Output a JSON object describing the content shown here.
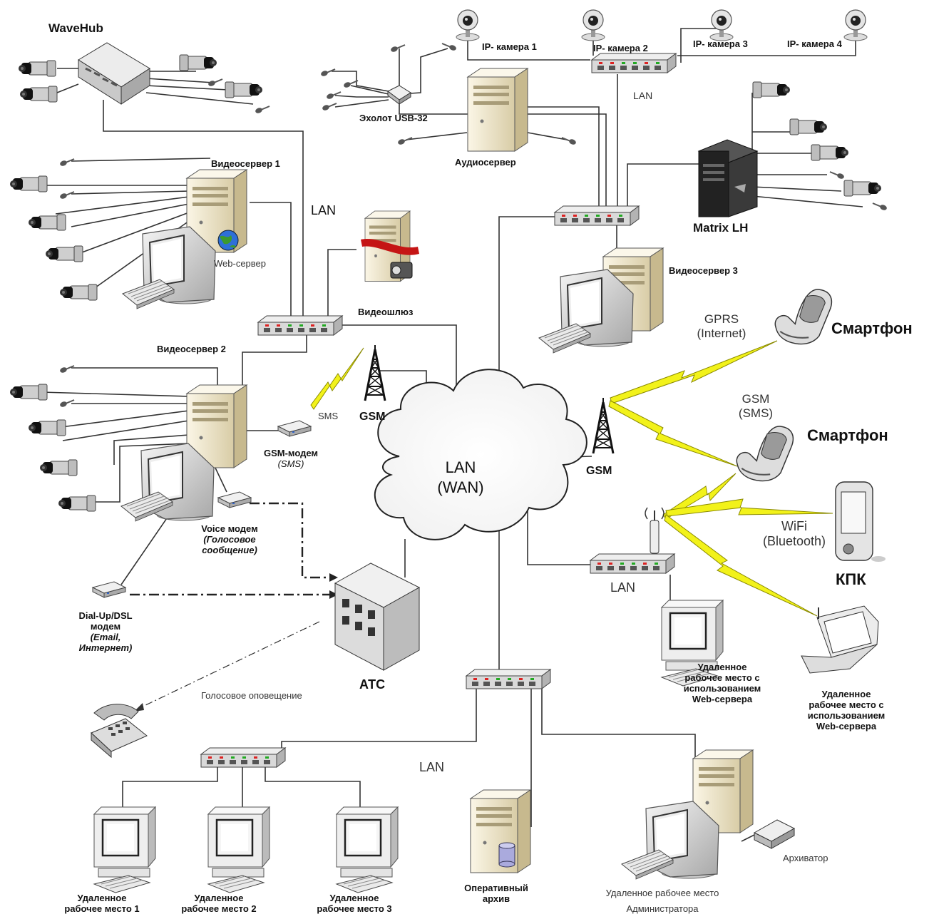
{
  "network": {
    "wavehub": "WaveHub",
    "ip_cams": [
      "IP- камера 1",
      "IP- камера 2",
      "IP- камера 3",
      "IP- камера 4"
    ],
    "lan": "LAN",
    "echolot": "Эхолот USB-32",
    "audio_server": "Аудиосервер",
    "video_server_1": "Видеосервер 1",
    "web_server": "Web-сервер",
    "video_gateway": "Видеошлюз",
    "video_server_2": "Видеосервер 2",
    "matrix": "Matrix LH",
    "video_server_3": "Видеосервер 3",
    "gprs": [
      "GPRS",
      "(Internet)"
    ],
    "smartphone": "Смартфон",
    "gsm": "GSM",
    "gsm_sms": [
      "GSM",
      "(SMS)"
    ],
    "sms": "SMS",
    "gsm_modem": [
      "GSM-модем",
      "(SMS)"
    ],
    "cloud": [
      "LAN",
      "(WAN)"
    ],
    "voice_modem": [
      "Voice модем",
      "(Голосовое",
      "сообщение)"
    ],
    "wifi": [
      "WiFi",
      "(Bluetooth)"
    ],
    "pda": "КПК",
    "dialup": [
      "Dial-Up/DSL",
      "модем",
      "(Email,",
      "Интернет)"
    ],
    "atc": "АТС",
    "voice_alert": "Голосовое оповещение",
    "remote_web_1": [
      "Удаленное",
      "рабочее место с",
      "использованием",
      "Web-сервера"
    ],
    "remote_web_2": [
      "Удаленное",
      "рабочее место с",
      "использованием",
      "Web-сервера"
    ],
    "workstations": [
      [
        "Удаленное",
        "рабочее место 1"
      ],
      [
        "Удаленное",
        "рабочее место 2"
      ],
      [
        "Удаленное",
        "рабочее место 3"
      ]
    ],
    "op_archive": [
      "Оперативный",
      "архив"
    ],
    "admin_ws": [
      "Удаленное рабочее место",
      "Администратора"
    ],
    "archiver": "Архиватор"
  },
  "colors": {
    "wire": "#333333",
    "lightning": "#f2f21a",
    "lightning_stroke": "#8a8a00",
    "server_body": "#f4ecd6",
    "switch_body": "#d9d9d9"
  }
}
